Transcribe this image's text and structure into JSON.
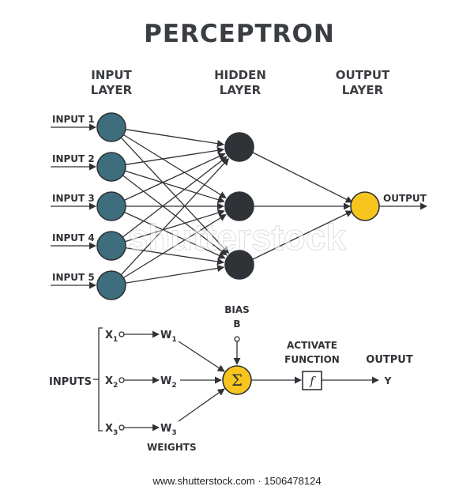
{
  "diagram": {
    "title": "PERCEPTRON",
    "layers": [
      {
        "line1": "INPUT",
        "line2": "LAYER"
      },
      {
        "line1": "HIDDEN",
        "line2": "LAYER"
      },
      {
        "line1": "OUTPUT",
        "line2": "LAYER"
      }
    ],
    "input_labels": [
      "INPUT 1",
      "INPUT 2",
      "INPUT 3",
      "INPUT 4",
      "INPUT 5"
    ],
    "output_label": "OUTPUT",
    "lower": {
      "inputs_label": "INPUTS",
      "x_letter": "X",
      "x_subs": [
        "1",
        "2",
        "3"
      ],
      "w_letter": "W",
      "w_subs": [
        "1",
        "2",
        "3"
      ],
      "weights_label": "WEIGHTS",
      "bias_label": "BIAS",
      "bias_symbol": "B",
      "sum_symbol": "Σ",
      "activate_line1": "ACTIVATE",
      "activate_line2": "FUNCTION",
      "function_symbol": "f",
      "output_label": "OUTPUT",
      "output_symbol": "Y"
    },
    "watermark": "shutterstock",
    "footer": "www.shutterstock.com · 1506478124",
    "colors": {
      "input_node": "#3e6e7e",
      "hidden_node": "#2f3236",
      "output_node": "#f7c51e",
      "sum_node": "#f7c51e",
      "ink": "#2f3236"
    }
  }
}
